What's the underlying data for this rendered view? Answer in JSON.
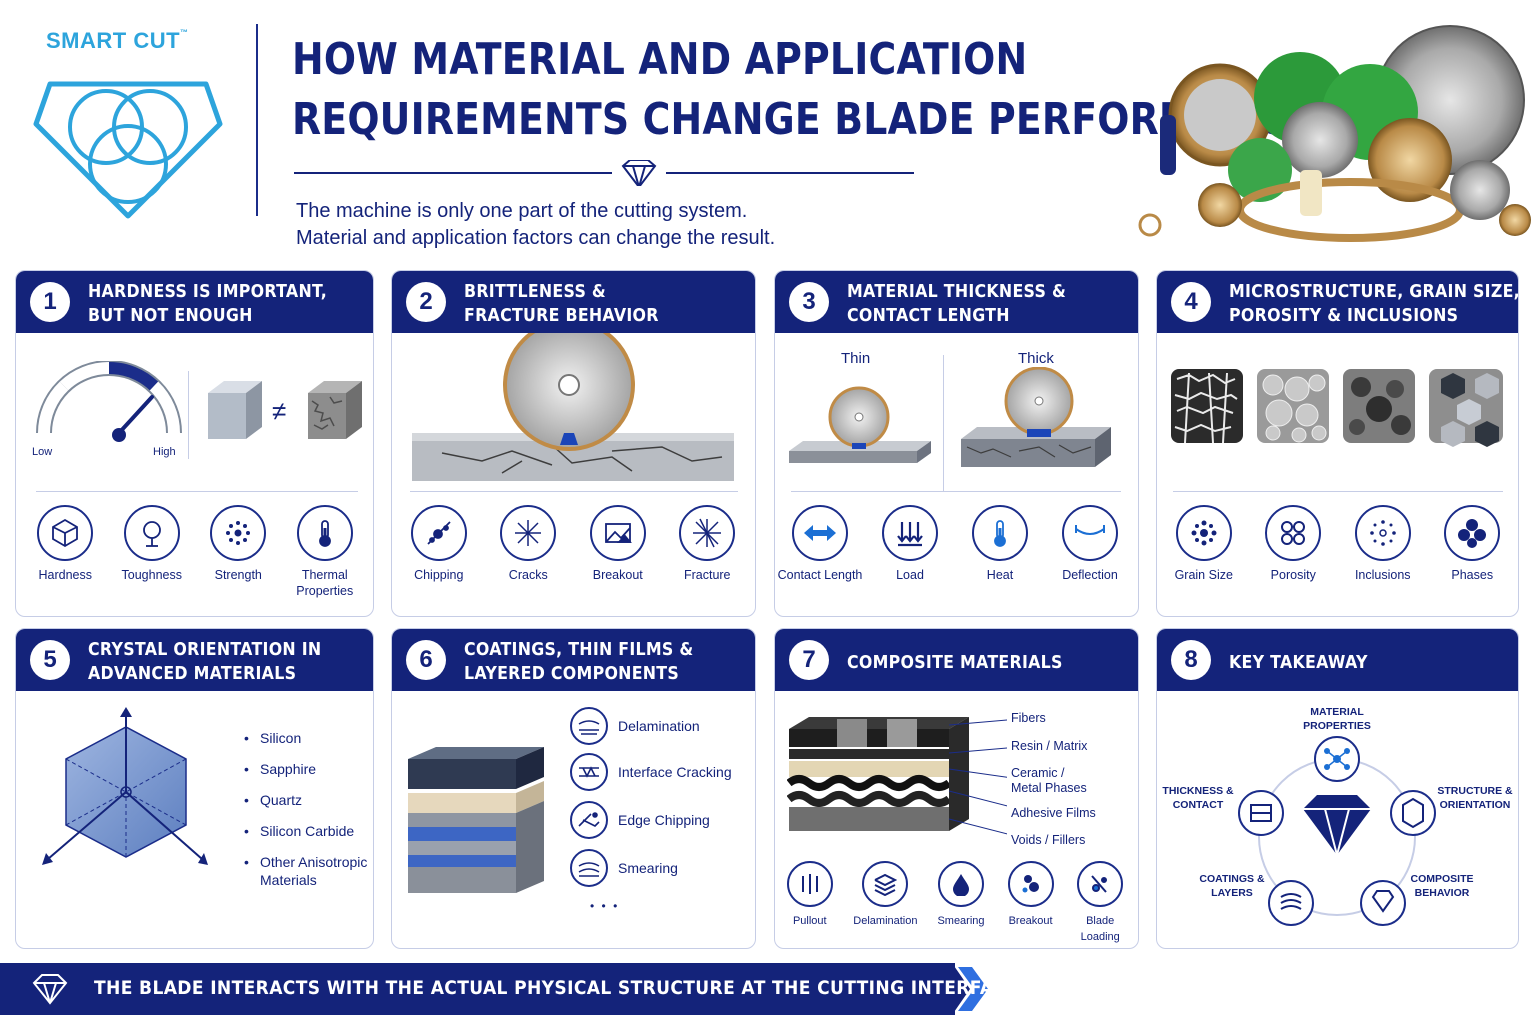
{
  "logo": {
    "brand": "SMART CUT",
    "tm": "™"
  },
  "title": {
    "line1": "HOW MATERIAL AND APPLICATION",
    "line2": "REQUIREMENTS CHANGE BLADE PERFORMANCE"
  },
  "subtitle": {
    "line1": "The machine is only one part of the cutting system.",
    "line2": "Material and application factors can change the result."
  },
  "colors": {
    "navy": "#14237a",
    "accent": "#2da4dc",
    "border": "#c6cde6"
  },
  "cards": [
    {
      "num": "1",
      "title1": "HARDNESS IS IMPORTANT,",
      "title2": "BUT NOT ENOUGH",
      "gauge_low": "Low",
      "gauge_high": "High",
      "not_equal": "≠",
      "icons": [
        {
          "label": "Hardness",
          "icon": "crystal-icon"
        },
        {
          "label": "Toughness",
          "icon": "toughness-icon"
        },
        {
          "label": "Strength",
          "icon": "strength-icon"
        },
        {
          "label": "Thermal Properties",
          "icon": "thermometer-icon"
        }
      ]
    },
    {
      "num": "2",
      "title1": "BRITTLENESS &",
      "title2": "FRACTURE BEHAVIOR",
      "icons": [
        {
          "label": "Chipping",
          "icon": "chipping-icon"
        },
        {
          "label": "Cracks",
          "icon": "cracks-icon"
        },
        {
          "label": "Breakout",
          "icon": "breakout-icon"
        },
        {
          "label": "Fracture",
          "icon": "fracture-icon"
        }
      ]
    },
    {
      "num": "3",
      "title1": "MATERIAL THICKNESS &",
      "title2": "CONTACT LENGTH",
      "thin": "Thin",
      "thick": "Thick",
      "icons": [
        {
          "label": "Contact Length",
          "icon": "double-arrow-icon"
        },
        {
          "label": "Load",
          "icon": "load-icon"
        },
        {
          "label": "Heat",
          "icon": "thermometer-icon"
        },
        {
          "label": "Deflection",
          "icon": "deflection-icon"
        }
      ]
    },
    {
      "num": "4",
      "title1": "MICROSTRUCTURE, GRAIN SIZE,",
      "title2": "POROSITY & INCLUSIONS",
      "icons": [
        {
          "label": "Grain Size",
          "icon": "grain-icon"
        },
        {
          "label": "Porosity",
          "icon": "porosity-icon"
        },
        {
          "label": "Inclusions",
          "icon": "inclusions-icon"
        },
        {
          "label": "Phases",
          "icon": "phases-icon"
        }
      ]
    },
    {
      "num": "5",
      "title1": "CRYSTAL ORIENTATION IN",
      "title2": "ADVANCED MATERIALS",
      "materials": [
        "Silicon",
        "Sapphire",
        "Quartz",
        "Silicon Carbide",
        "Other Anisotropic Materials"
      ]
    },
    {
      "num": "6",
      "title1": "COATINGS, THIN FILMS &",
      "title2": "LAYERED COMPONENTS",
      "issues": [
        "Delamination",
        "Interface Cracking",
        "Edge Chipping",
        "Smearing"
      ],
      "more": "• • •"
    },
    {
      "num": "7",
      "title1": "COMPOSITE MATERIALS",
      "layers": [
        "Fibers",
        "Resin / Matrix",
        "Ceramic / Metal Phases",
        "Adhesive Films",
        "Voids / Fillers"
      ],
      "icons": [
        {
          "label": "Pullout",
          "icon": "pullout-icon"
        },
        {
          "label": "Delamination",
          "icon": "layers-icon"
        },
        {
          "label": "Smearing",
          "icon": "drop-icon"
        },
        {
          "label": "Breakout",
          "icon": "breakout-icon"
        },
        {
          "label": "Blade Loading",
          "icon": "blade-loading-icon"
        }
      ]
    },
    {
      "num": "8",
      "title1": "KEY TAKEAWAY",
      "nodes": {
        "top": "MATERIAL PROPERTIES",
        "right": "STRUCTURE & ORIENTATION",
        "bottom_right": "COMPOSITE BEHAVIOR",
        "bottom_left": "COATINGS & LAYERS",
        "left": "THICKNESS & CONTACT"
      }
    }
  ],
  "footer": {
    "text": "THE BLADE INTERACTS WITH THE ACTUAL PHYSICAL STRUCTURE AT THE CUTTING INTERFACE."
  }
}
